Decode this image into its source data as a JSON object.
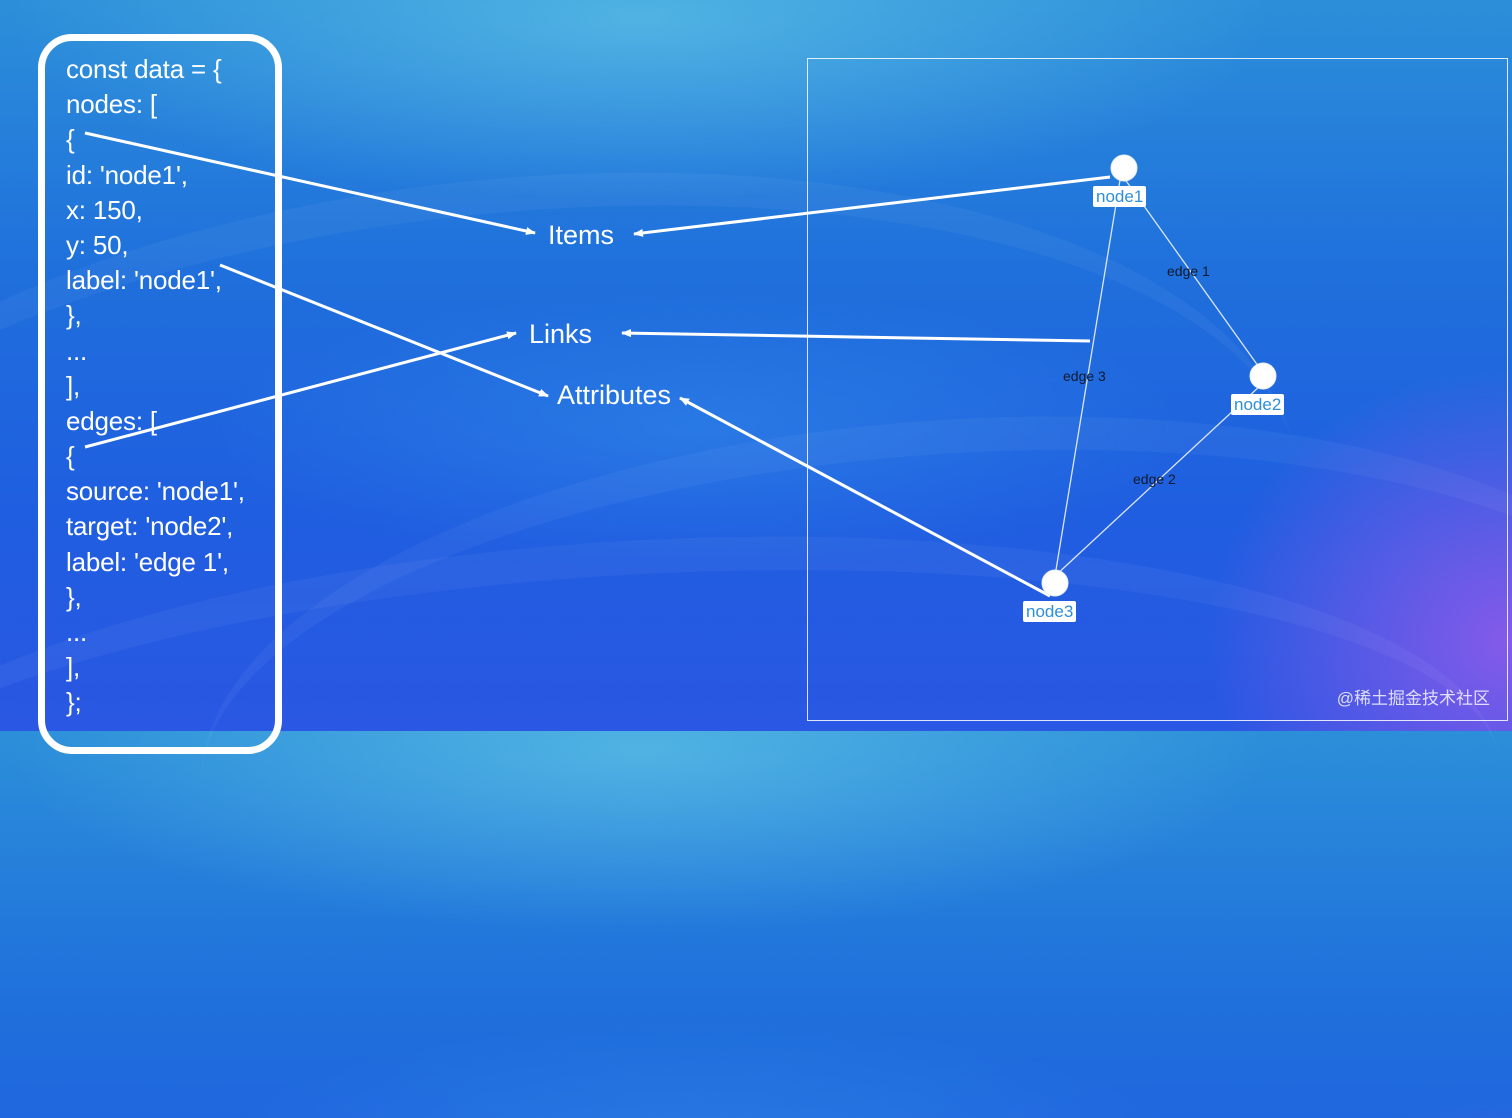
{
  "code": {
    "lines": [
      "const data = {",
      "nodes: [",
      "{",
      "id: 'node1',",
      "x: 150,",
      "y: 50,",
      "label: 'node1',",
      "},",
      "...",
      "],",
      "edges: [",
      "{",
      "source: 'node1',",
      "target: 'node2',",
      "label: 'edge 1',",
      "},",
      "...",
      "],",
      "};"
    ]
  },
  "concepts": {
    "items": "Items",
    "links": "Links",
    "attributes": "Attributes"
  },
  "graph": {
    "nodes": [
      {
        "id": "node1",
        "label": "node1"
      },
      {
        "id": "node2",
        "label": "node2"
      },
      {
        "id": "node3",
        "label": "node3"
      }
    ],
    "edges": [
      {
        "source": "node1",
        "target": "node2",
        "label": "edge 1"
      },
      {
        "source": "node2",
        "target": "node3",
        "label": "edge 2"
      },
      {
        "source": "node3",
        "target": "node1",
        "label": "edge 3"
      }
    ]
  },
  "colors": {
    "arrow": "#ffffff",
    "node_fill": "#ffffff",
    "node_label_text": "#2e8fd8",
    "edge_line": "#dbe6f5",
    "edge_label_text": "#111a2e"
  },
  "watermark": "@稀土掘金技术社区"
}
